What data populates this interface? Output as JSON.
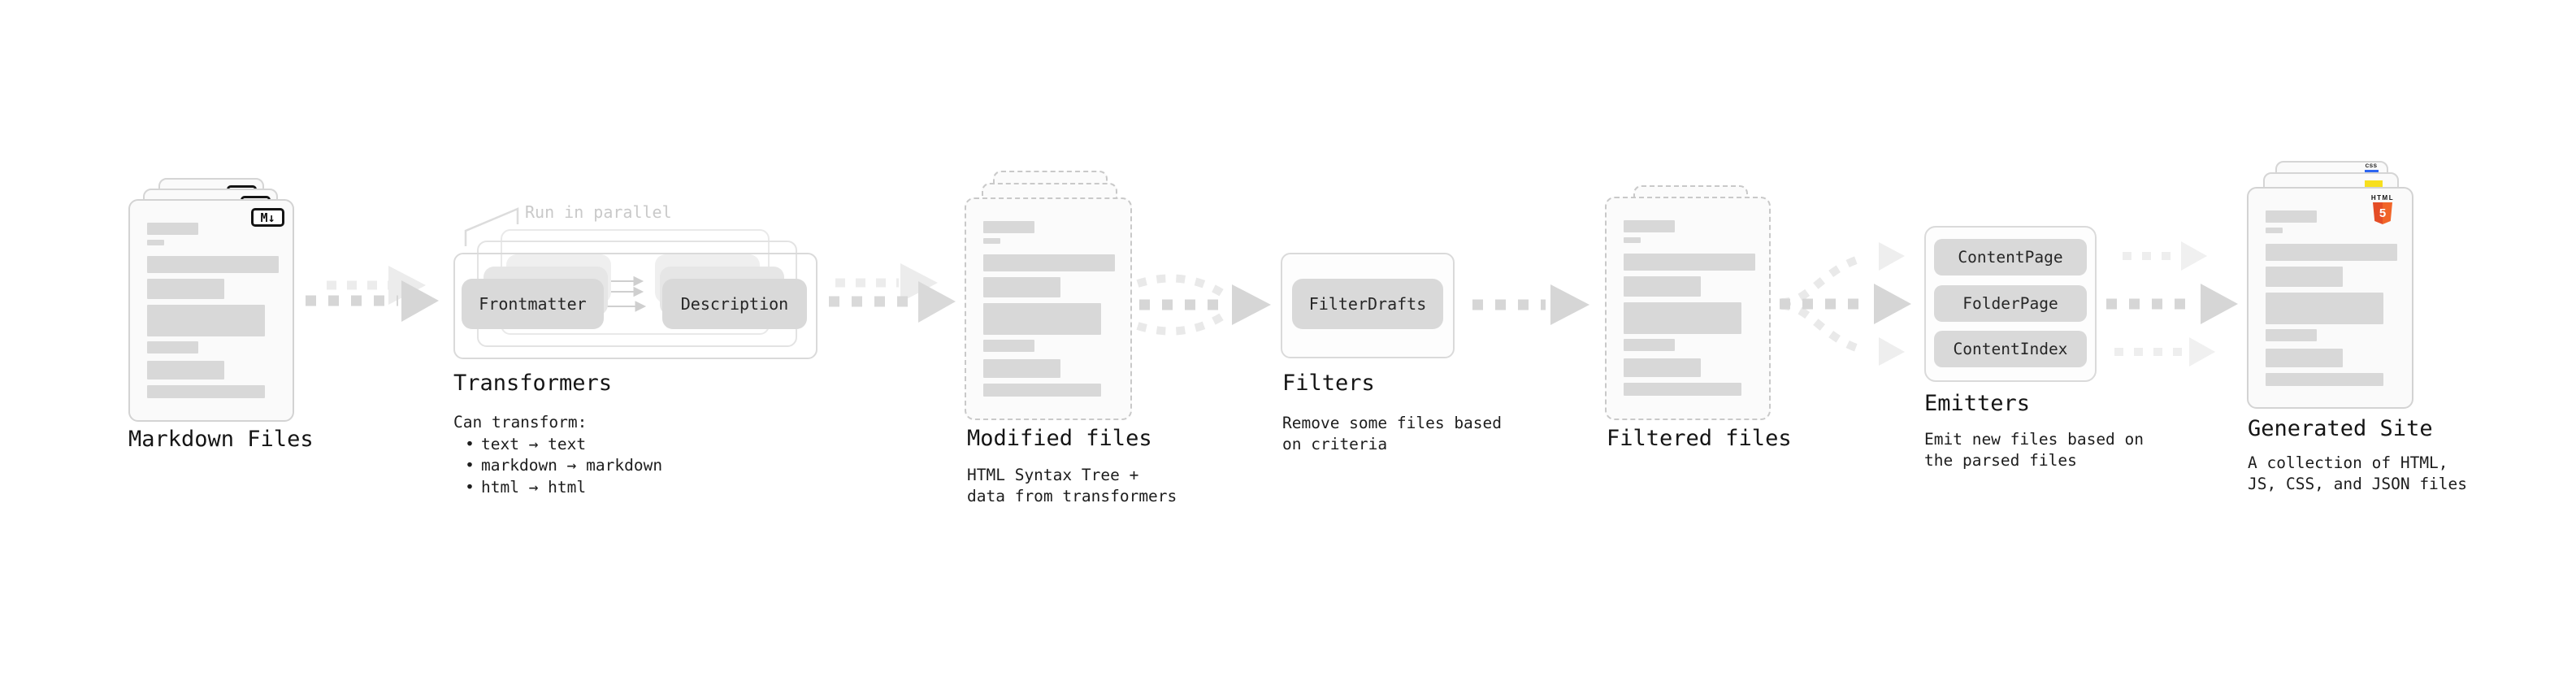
{
  "sections": {
    "markdown_files": {
      "label": "Markdown Files",
      "badge": "M↓"
    },
    "transformers": {
      "label": "Transformers",
      "annotation": "Run in parallel",
      "plugins": [
        "Frontmatter",
        "Description"
      ],
      "caption_title": "Can transform:",
      "bullet": "•",
      "transforms": [
        "text → text",
        "markdown → markdown",
        "html → html"
      ]
    },
    "modified_files": {
      "label": "Modified files",
      "caption": "HTML Syntax Tree +\ndata from transformers"
    },
    "filters": {
      "label": "Filters",
      "plugins": [
        "FilterDrafts"
      ],
      "caption": "Remove some files based\non criteria"
    },
    "filtered_files": {
      "label": "Filtered files"
    },
    "emitters": {
      "label": "Emitters",
      "plugins": [
        "ContentPage",
        "FolderPage",
        "ContentIndex"
      ],
      "caption": "Emit new files based on\nthe parsed files"
    },
    "generated_site": {
      "label": "Generated Site",
      "caption": "A collection of HTML,\nJS, CSS, and JSON files",
      "html5_wordmark": "HTML",
      "html5_numeral": "5",
      "css_wordmark": "CSS"
    }
  },
  "colors": {
    "html5_orange_dark": "#e44d26",
    "html5_orange_light": "#f16529",
    "js_yellow": "#f7df1e",
    "css_blue": "#2c65f1",
    "bar_gray": "#d8d8d8",
    "chip_gray": "#d9d9d9",
    "arrow_gray": "#d6d6d6",
    "arrow_ghost_gray": "#ececec",
    "annotation_gray": "#c9c9c9"
  }
}
